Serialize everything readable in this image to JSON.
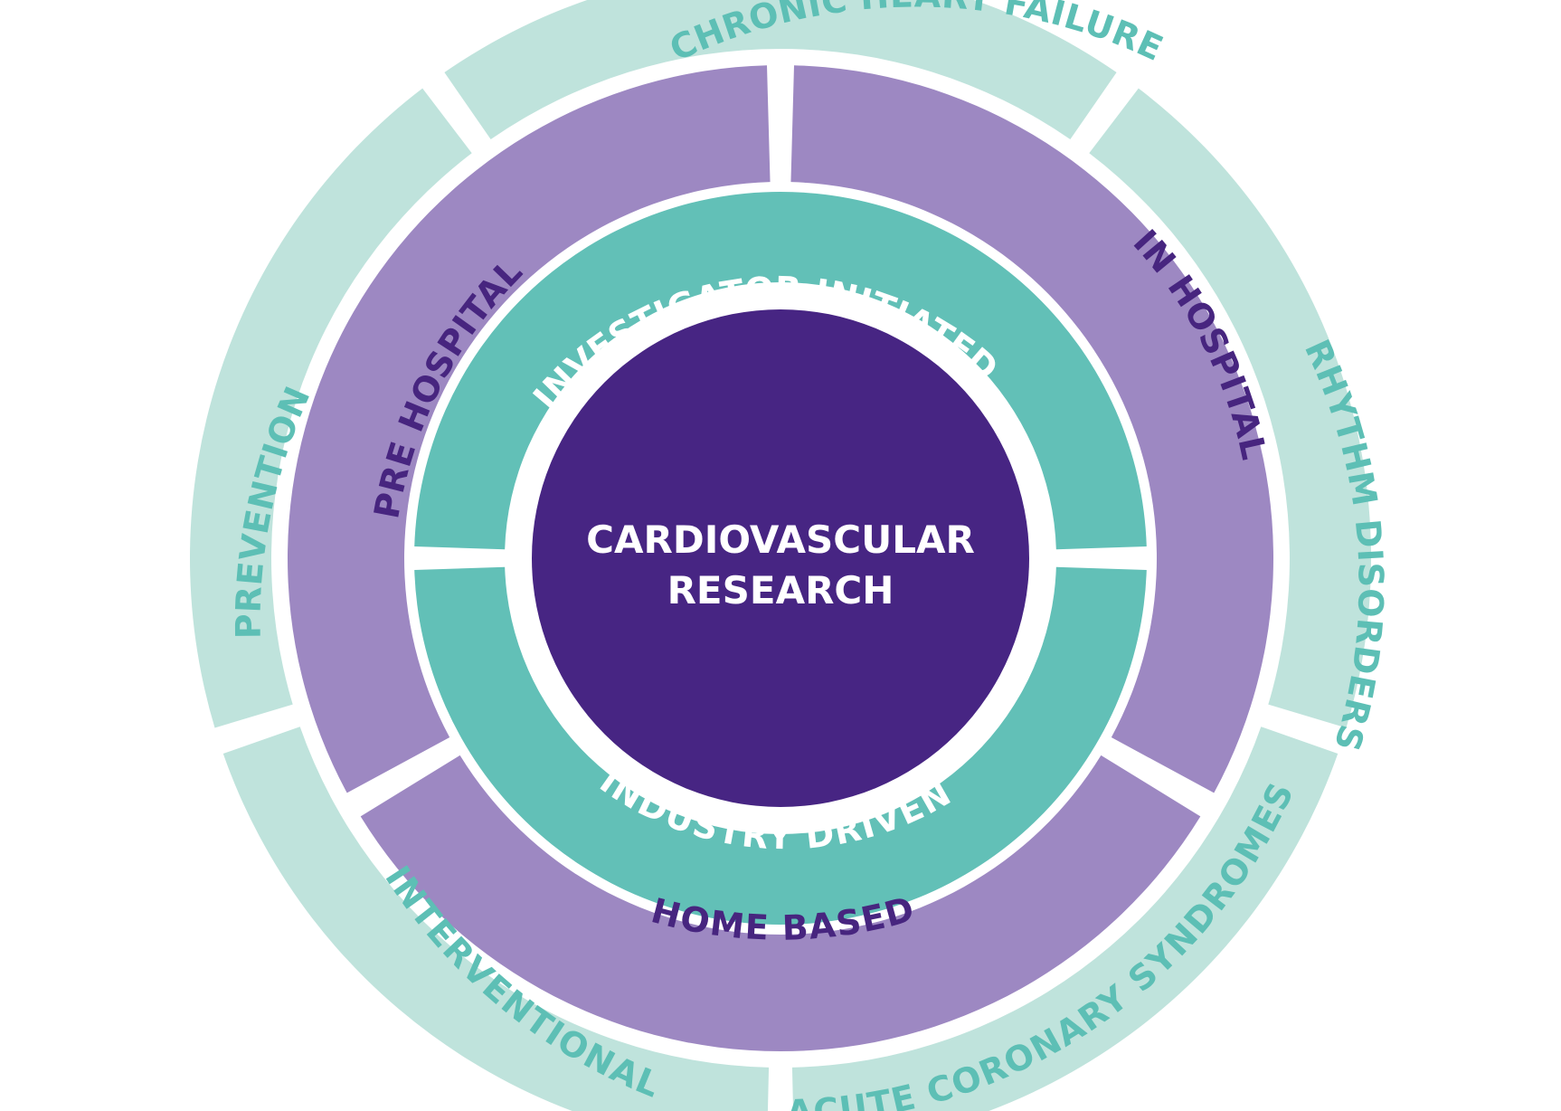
{
  "colors": {
    "outer_ring": "#bfe3dc",
    "outer_text": "#5dbfb5",
    "middle_ring": "#9d88c2",
    "middle_text": "#47257f",
    "inner_ring": "#62c0b7",
    "inner_text": "#ffffff",
    "core": "#472583",
    "core_text": "#ffffff"
  },
  "center": {
    "line1": "CARDIOVASCULAR",
    "line2": "RESEARCH"
  },
  "inner_ring": {
    "top": "INVESTIGATOR INITIATED",
    "bottom": "INDUSTRY DRIVEN"
  },
  "middle_ring": {
    "left": "PRE HOSPITAL",
    "right": "IN HOSPITAL",
    "bottom": "HOME BASED"
  },
  "outer_ring": {
    "top": "CHRONIC HEART FAILURE",
    "right": "RHYTHM DISORDERS",
    "bottom_right": "ACUTE CORONARY SYNDROMES",
    "bottom_left": "INTERVENTIONAL",
    "left": "PREVENTION"
  }
}
